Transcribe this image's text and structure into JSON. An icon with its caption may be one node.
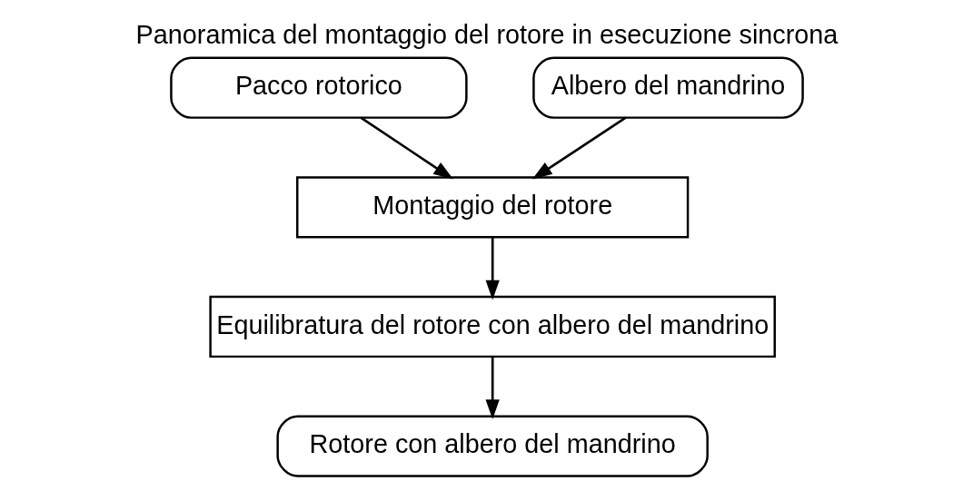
{
  "diagram": {
    "title": "Panoramica del montaggio del rotore in esecuzione sincrona",
    "nodes": [
      {
        "text": [
          "Pacco rotorico"
        ]
      },
      {
        "text": [
          "Albero del mandrino"
        ]
      },
      {
        "text": [
          "Montaggio del rotore"
        ]
      },
      {
        "text": [
          "Equilibratura del rotore con albero del mandrino"
        ]
      },
      {
        "text": [
          "Rotore con albero del mandrino"
        ]
      }
    ],
    "edges": [
      {
        "from": 0,
        "to": 2,
        "arrow": "to"
      },
      {
        "from": 1,
        "to": 2,
        "arrow": "to"
      },
      {
        "from": 2,
        "to": 3,
        "arrow": "to"
      },
      {
        "from": 3,
        "to": 4,
        "arrow": "to"
      }
    ]
  }
}
